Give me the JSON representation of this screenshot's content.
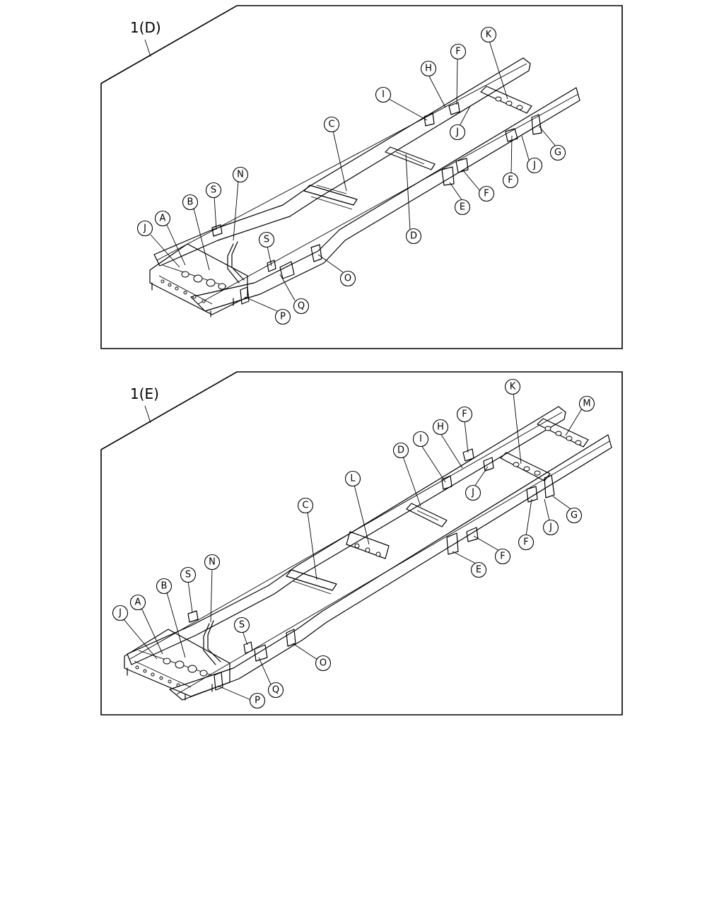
{
  "diagrams": [
    {
      "title": "1(D)",
      "callouts": [
        {
          "label": "A"
        },
        {
          "label": "B"
        },
        {
          "label": "C"
        },
        {
          "label": "D"
        },
        {
          "label": "E"
        },
        {
          "label": "F"
        },
        {
          "label": "F"
        },
        {
          "label": "F"
        },
        {
          "label": "G"
        },
        {
          "label": "H"
        },
        {
          "label": "I"
        },
        {
          "label": "J"
        },
        {
          "label": "J"
        },
        {
          "label": "J"
        },
        {
          "label": "K"
        },
        {
          "label": "N"
        },
        {
          "label": "O"
        },
        {
          "label": "P"
        },
        {
          "label": "Q"
        },
        {
          "label": "S"
        },
        {
          "label": "S"
        }
      ]
    },
    {
      "title": "1(E)",
      "callouts": [
        {
          "label": "A"
        },
        {
          "label": "B"
        },
        {
          "label": "C"
        },
        {
          "label": "D"
        },
        {
          "label": "E"
        },
        {
          "label": "F"
        },
        {
          "label": "F"
        },
        {
          "label": "F"
        },
        {
          "label": "G"
        },
        {
          "label": "H"
        },
        {
          "label": "I"
        },
        {
          "label": "J"
        },
        {
          "label": "J"
        },
        {
          "label": "J"
        },
        {
          "label": "K"
        },
        {
          "label": "L"
        },
        {
          "label": "M"
        },
        {
          "label": "N"
        },
        {
          "label": "O"
        },
        {
          "label": "P"
        },
        {
          "label": "Q"
        },
        {
          "label": "S"
        },
        {
          "label": "S"
        }
      ]
    }
  ]
}
